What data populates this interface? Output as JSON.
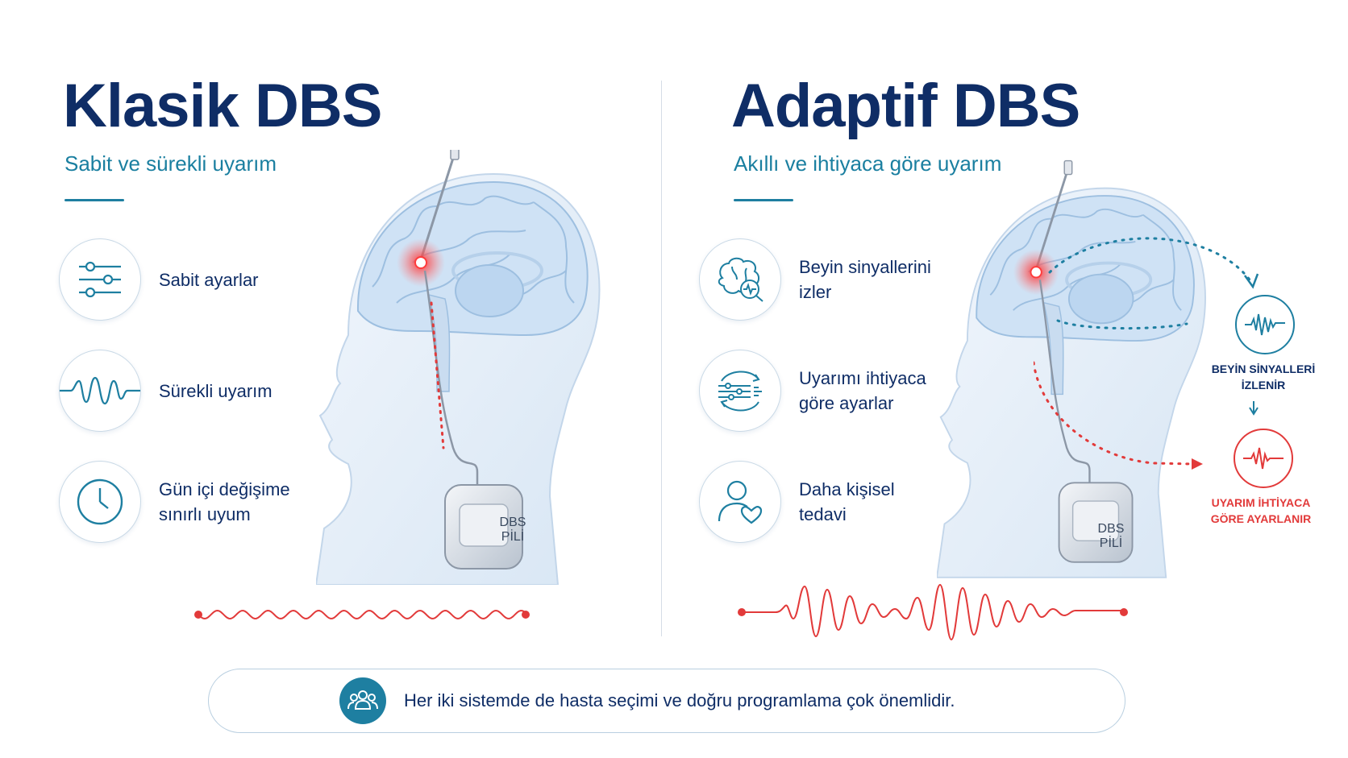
{
  "left": {
    "title": "Klasik DBS",
    "subtitle": "Sabit ve sürekli uyarım",
    "features": [
      {
        "icon": "sliders-icon",
        "label": "Sabit ayarlar"
      },
      {
        "icon": "waveform-icon",
        "label": "Sürekli uyarım"
      },
      {
        "icon": "clock-icon",
        "label": "Gün içi değişime\nsınırlı uyum"
      }
    ],
    "device_label": "DBS\nPİLİ"
  },
  "right": {
    "title": "Adaptif DBS",
    "subtitle": "Akıllı ve ihtiyaca göre uyarım",
    "features": [
      {
        "icon": "brain-monitor-icon",
        "label": "Beyin sinyallerini\nizler"
      },
      {
        "icon": "adjust-cycle-icon",
        "label": "Uyarımı ihtiyaca\ngöre ayarlar"
      },
      {
        "icon": "person-heart-icon",
        "label": "Daha kişisel\ntedavi"
      }
    ],
    "device_label": "DBS\nPİLİ",
    "signal_monitor_label": "BEYİN SİNYALLERİ\nİZLENİR",
    "stim_adjust_label": "UYARIM İHTİYACA\nGÖRE AYARLANIR"
  },
  "footer": {
    "icon": "people-group-icon",
    "text": "Her iki sistemde de hasta seçimi  ve doğru  programlama çok önemlidir."
  },
  "colors": {
    "title": "#0f2d66",
    "accent_teal": "#1e7fa1",
    "accent_red": "#e23a3a",
    "brain_blue": "#cfe2f5"
  }
}
